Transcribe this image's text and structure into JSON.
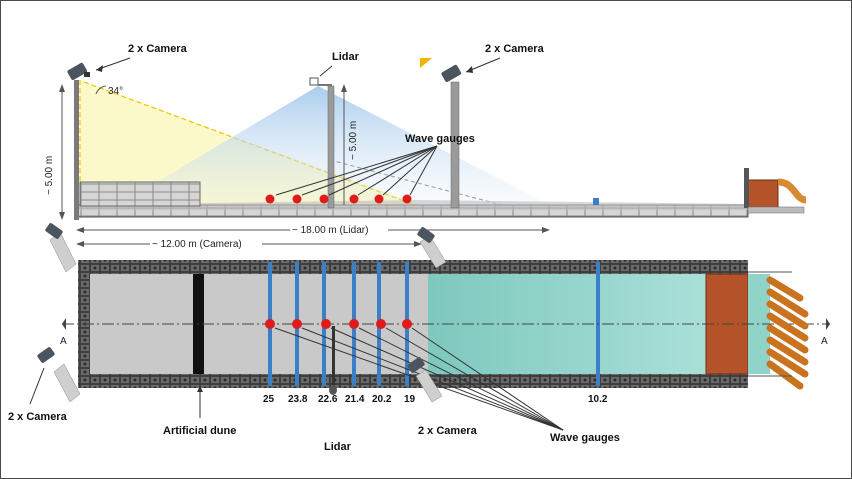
{
  "labels": {
    "camera_top_left": "2 x Camera",
    "camera_top_right": "2 x Camera",
    "lidar_top": "Lidar",
    "wave_gauges_top": "Wave gauges",
    "angle": "34°",
    "height_left": "~ 5.00 m",
    "height_lidar": "~ 5.00 m",
    "dist_camera": "~ 12.00 m (Camera)",
    "dist_lidar": "~ 18.00 m (Lidar)",
    "camera_bottom_left": "2 x Camera",
    "camera_bottom_mid": "2 x Camera",
    "artificial_dune": "Artificial dune",
    "lidar_bottom": "Lidar",
    "wave_gauges_bottom": "Wave gauges",
    "section_left": "A",
    "section_right": "A"
  },
  "gauge_positions": [
    "25",
    "23.8",
    "22.6",
    "21.4",
    "20.2",
    "19",
    "10.2"
  ],
  "colors": {
    "water": "#8fd3c9",
    "paddle": "#b5532a",
    "gauge": "#e01b1b",
    "gauge_line": "#3c7fc7",
    "floor": "#c9c9c9",
    "wall": "#4d4d4d",
    "dune": "#111111",
    "camera_field": "#fbf7c4"
  }
}
